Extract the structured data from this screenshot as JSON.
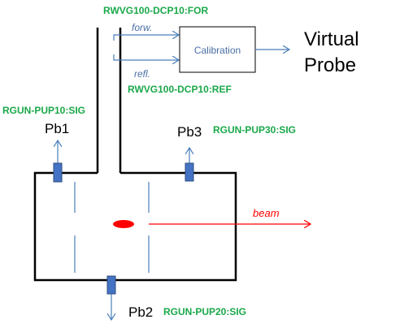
{
  "labels": {
    "forward_signal": "RWVG100-DCP10:FOR",
    "reflected_signal": "RWVG100-DCP10:REF",
    "forw": "forw.",
    "refl": "refl.",
    "calibration": "Calibration",
    "virtual": "Virtual",
    "probe": "Probe",
    "pb1": "Pb1",
    "pb1_signal": "RGUN-PUP10:SIG",
    "pb2": "Pb2",
    "pb2_signal": "RGUN-PUP20:SIG",
    "pb3": "Pb3",
    "pb3_signal": "RGUN-PUP30:SIG",
    "beam": "beam"
  },
  "colors": {
    "signal_text": "#1aa84a",
    "structure": "#000000",
    "probe_fill": "#4472c4",
    "probe_stroke": "#2f4f80",
    "arrow": "#4a7ebb",
    "beam": "#ff0000",
    "italic_text": "#4a6fa5"
  }
}
